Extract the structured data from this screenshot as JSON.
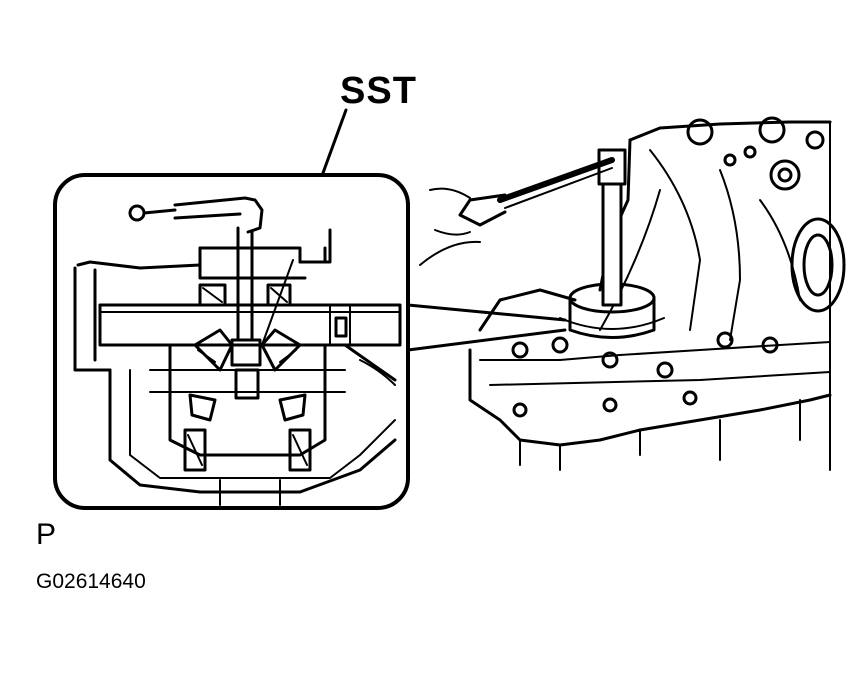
{
  "labels": {
    "tool_label": "SST",
    "view_marker": "P",
    "figure_id": "G02614640"
  },
  "colors": {
    "ink": "#000000",
    "paper": "#ffffff"
  }
}
